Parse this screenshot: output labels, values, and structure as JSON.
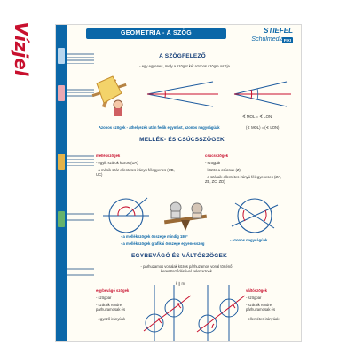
{
  "watermark": {
    "text": "Vízjel",
    "color": "#c8102e"
  },
  "poster": {
    "title": "GEOMETRIA - A SZÖG",
    "subtitle": "",
    "brand": {
      "top": "STIEFEL",
      "bottom": "Schulmedia",
      "tag": "FIXI"
    },
    "sidebar": {
      "accent": "#0b67a8",
      "swatches": [
        "#b9d7ef",
        "#eaa8b2",
        "#e3b34a",
        "#66b26c",
        "#0b67a8"
      ],
      "notes": [
        "",
        "",
        "",
        ""
      ]
    },
    "sections": [
      {
        "title": "A SZÖGFELEZŐ",
        "subtitle": "- egy egyenes, mely a szöget két azonos szögre osztja",
        "formula": "∢ MOL = ∢ LON",
        "caption": "Azonos szögek - áthelyezés után fedik egymást, azonos nagyságúak",
        "caption2": "(∢ MOL) = (∢ LON)"
      },
      {
        "title": "MELLÉK- ÉS CSÚCSSZÖGEK",
        "left": {
          "heading": "mellékszögek",
          "lines": [
            "- egyik száruk közös (UA)",
            "- a másik szár ellentétes irányú félegyenes (UB, UC)"
          ]
        },
        "right": {
          "heading": "csúcsszögek",
          "lines": [
            "- szögpár",
            "- közös a csúcsuk (Z)",
            "- a száraik ellentétes irányú félegyenesek (ZA, ZB, ZC, ZD)"
          ]
        },
        "notes": [
          "- a mellékszögek összege mindig 180°",
          "- a mellékszögek grafikai összege egyenesszög"
        ],
        "note_right": "- azonos nagyságúak"
      },
      {
        "title": "EGYBEVÁGÓ ÉS VÁLTÓSZÖGEK",
        "subtitle": "- párhuzamos vonalak közös párhuzamos vonal történő kereszteződésével keletkeznek",
        "label": "k ∥ m",
        "left": {
          "heading": "egybevágó szögek",
          "lines": [
            "- szögpár",
            "- száraik rendre párhuzamosak és",
            "- egyező irányúak"
          ]
        },
        "right": {
          "heading": "váltószögek",
          "lines": [
            "- szögpár",
            "- száraik rendre párhuzamosak és",
            "- ellentétes irányúak"
          ]
        }
      }
    ],
    "footer_left": "",
    "footer_right": ""
  }
}
